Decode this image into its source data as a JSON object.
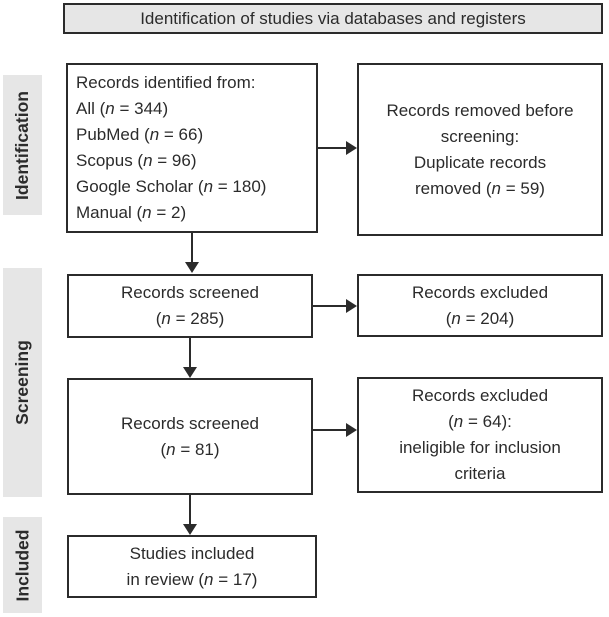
{
  "title": "Identification of studies via databases and registers",
  "colors": {
    "border": "#2b2b2b",
    "text": "#2b2b2b",
    "stage_bg": "#e6e6e6",
    "box_bg": "#ffffff"
  },
  "stages": {
    "identification": "Identification",
    "screening": "Screening",
    "included": "Included"
  },
  "boxes": {
    "records_identified": {
      "lines": [
        "Records identified from:",
        "All (<i>n</i> = 344)",
        "PubMed (<i>n</i> = 66)",
        "Scopus (<i>n</i> = 96)",
        "Google Scholar (<i>n</i> = 180)",
        "Manual (<i>n</i> = 2)"
      ]
    },
    "records_removed": {
      "lines": [
        "Records removed before",
        "screening:",
        "Duplicate records",
        "removed (<i>n</i> = 59)"
      ]
    },
    "records_screened_1": {
      "lines": [
        "Records screened",
        "(<i>n</i> = 285)"
      ]
    },
    "records_excluded_1": {
      "lines": [
        "Records excluded",
        "(<i>n</i> = 204)"
      ]
    },
    "records_screened_2": {
      "lines": [
        "Records screened",
        "(<i>n</i> = 81)"
      ]
    },
    "records_excluded_2": {
      "lines": [
        "Records excluded",
        "(<i>n</i> = 64):",
        "ineligible for inclusion",
        "criteria"
      ]
    },
    "studies_included": {
      "lines": [
        "Studies included",
        "in review (<i>n</i> = 17)"
      ]
    }
  }
}
